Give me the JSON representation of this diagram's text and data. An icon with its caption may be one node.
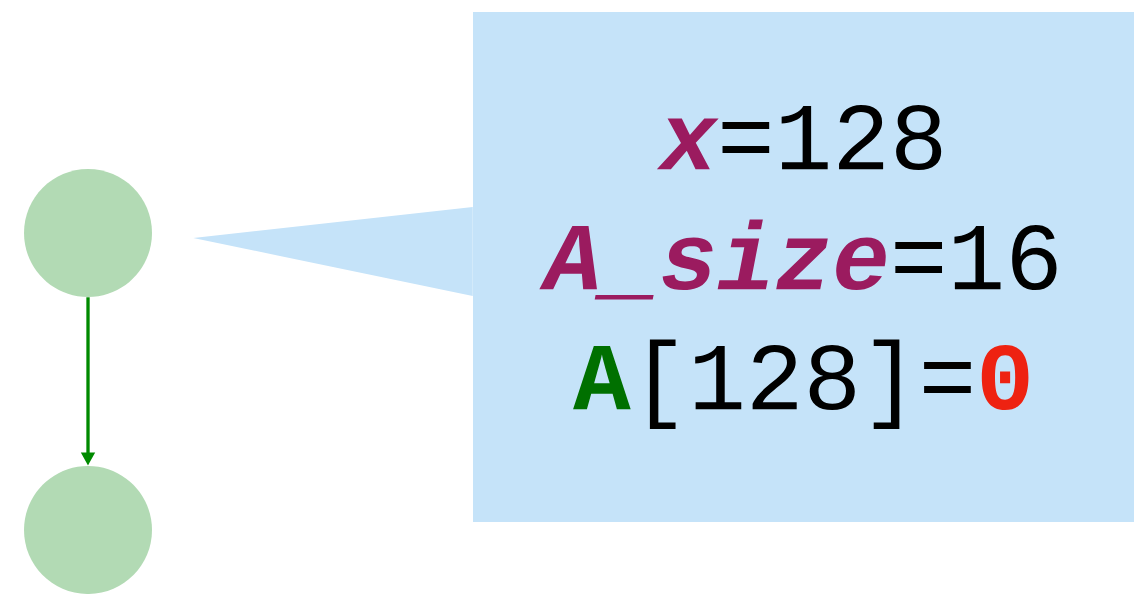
{
  "diagram": {
    "nodes": [
      {
        "text": [],
        "shape": "circle"
      },
      {
        "text": [],
        "shape": "circle"
      },
      {
        "text": [
          "x",
          "=128",
          "A_size",
          "=16",
          "A",
          "[128]=",
          "0"
        ]
      }
    ],
    "edges": [
      {
        "from": 0,
        "to": 1,
        "arrow": "to",
        "color": "#008a00"
      },
      {
        "from": 2,
        "to": 0,
        "arrow": "none",
        "color": "#c5e3f9",
        "style": "thick"
      }
    ]
  }
}
